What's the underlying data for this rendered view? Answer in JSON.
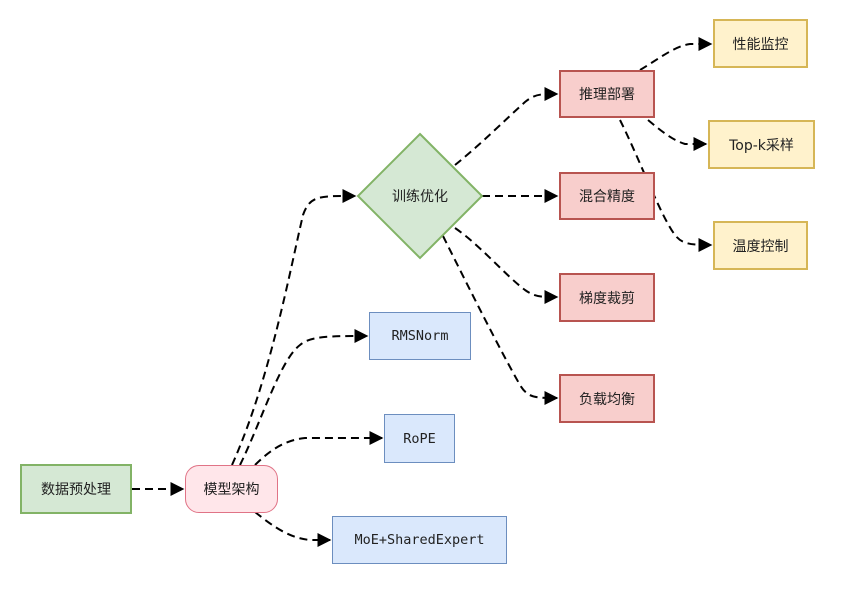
{
  "nodes": {
    "data_preprocess": "数据预处理",
    "model_arch": "模型架构",
    "train_opt": "训练优化",
    "rmsnorm": "RMSNorm",
    "rope": "RoPE",
    "moe": "MoE+SharedExpert",
    "inference_deploy": "推理部署",
    "mixed_precision": "混合精度",
    "grad_clip": "梯度裁剪",
    "load_balance": "负载均衡",
    "perf_monitor": "性能监控",
    "topk_sampling": "Top-k采样",
    "temp_control": "温度控制"
  },
  "colors": {
    "green_fill": "#d5e8d4",
    "green_stroke": "#82b366",
    "red_fill": "#f8cecc",
    "red_stroke": "#b85450",
    "blue_fill": "#dae8fc",
    "blue_stroke": "#6c8ebf",
    "yellow_fill": "#fff2cc",
    "yellow_stroke": "#d6b656",
    "pink_fill": "#ffe6ea",
    "pink_stroke": "#e07386",
    "edge": "#000000"
  }
}
